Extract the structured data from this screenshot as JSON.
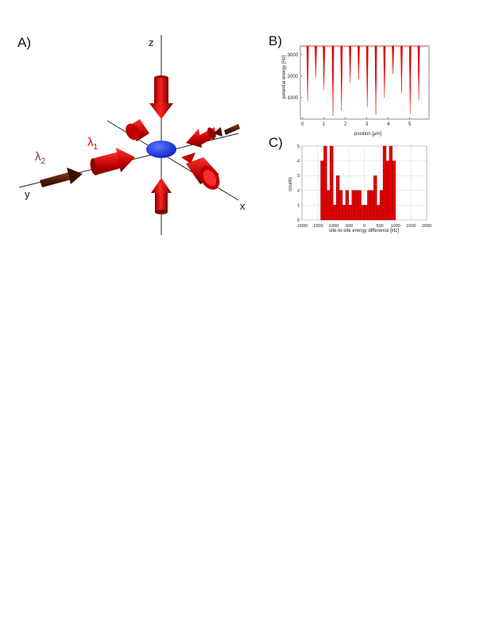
{
  "panel_labels": {
    "a": "A)",
    "b": "B)",
    "c": "C)"
  },
  "panel_a": {
    "axis_labels": {
      "x": "x",
      "y": "y",
      "z": "z"
    },
    "beam_labels": {
      "lambda1": "λ",
      "lambda1_sub": "1",
      "lambda2": "λ",
      "lambda2_sub": "2"
    },
    "colors": {
      "lambda1": "#e00000",
      "lambda2": "#5a1a0a",
      "atom_cloud": "#1530e0"
    }
  },
  "chart_data": [
    {
      "type": "line",
      "panel": "B)",
      "title": "",
      "xlabel": "position [µm]",
      "ylabel": "potential energy [Hz]",
      "xlim": [
        -0.1,
        5.9
      ],
      "ylim": [
        0,
        3400
      ],
      "x_ticks": [
        0,
        1,
        2,
        3,
        4,
        5
      ],
      "y_ticks": [
        1000,
        2000,
        3000
      ],
      "baseline": 3400,
      "wells": [
        {
          "x": 0.24,
          "min": 850
        },
        {
          "x": 0.62,
          "min": 1950
        },
        {
          "x": 1.0,
          "min": 1350
        },
        {
          "x": 1.42,
          "min": 150
        },
        {
          "x": 1.82,
          "min": 400
        },
        {
          "x": 2.22,
          "min": 1700
        },
        {
          "x": 2.62,
          "min": 1850
        },
        {
          "x": 3.02,
          "min": 550
        },
        {
          "x": 3.42,
          "min": 200
        },
        {
          "x": 3.82,
          "min": 1000
        },
        {
          "x": 4.22,
          "min": 2100
        },
        {
          "x": 4.62,
          "min": 1200
        },
        {
          "x": 5.02,
          "min": 250
        },
        {
          "x": 5.42,
          "min": 900
        }
      ],
      "color": "#e00000",
      "grid": false
    },
    {
      "type": "bar",
      "panel": "C)",
      "title": "",
      "xlabel": "site-to-site energy difference [Hz]",
      "ylabel": "counts",
      "xlim": [
        -2000,
        2000
      ],
      "ylim": [
        0,
        5
      ],
      "x_ticks": [
        -2000,
        -1500,
        -1000,
        -500,
        0,
        500,
        1000,
        1500,
        2000
      ],
      "y_ticks": [
        0,
        1,
        2,
        3,
        4,
        5
      ],
      "bin_start": -1400,
      "bin_width": 100,
      "values": [
        4,
        5,
        2,
        5,
        1,
        3,
        2,
        1,
        2,
        1,
        2,
        2,
        2,
        1,
        1,
        2,
        2,
        3,
        1,
        2,
        5,
        4,
        5,
        4
      ],
      "color": "#e00000",
      "grid": true
    }
  ]
}
